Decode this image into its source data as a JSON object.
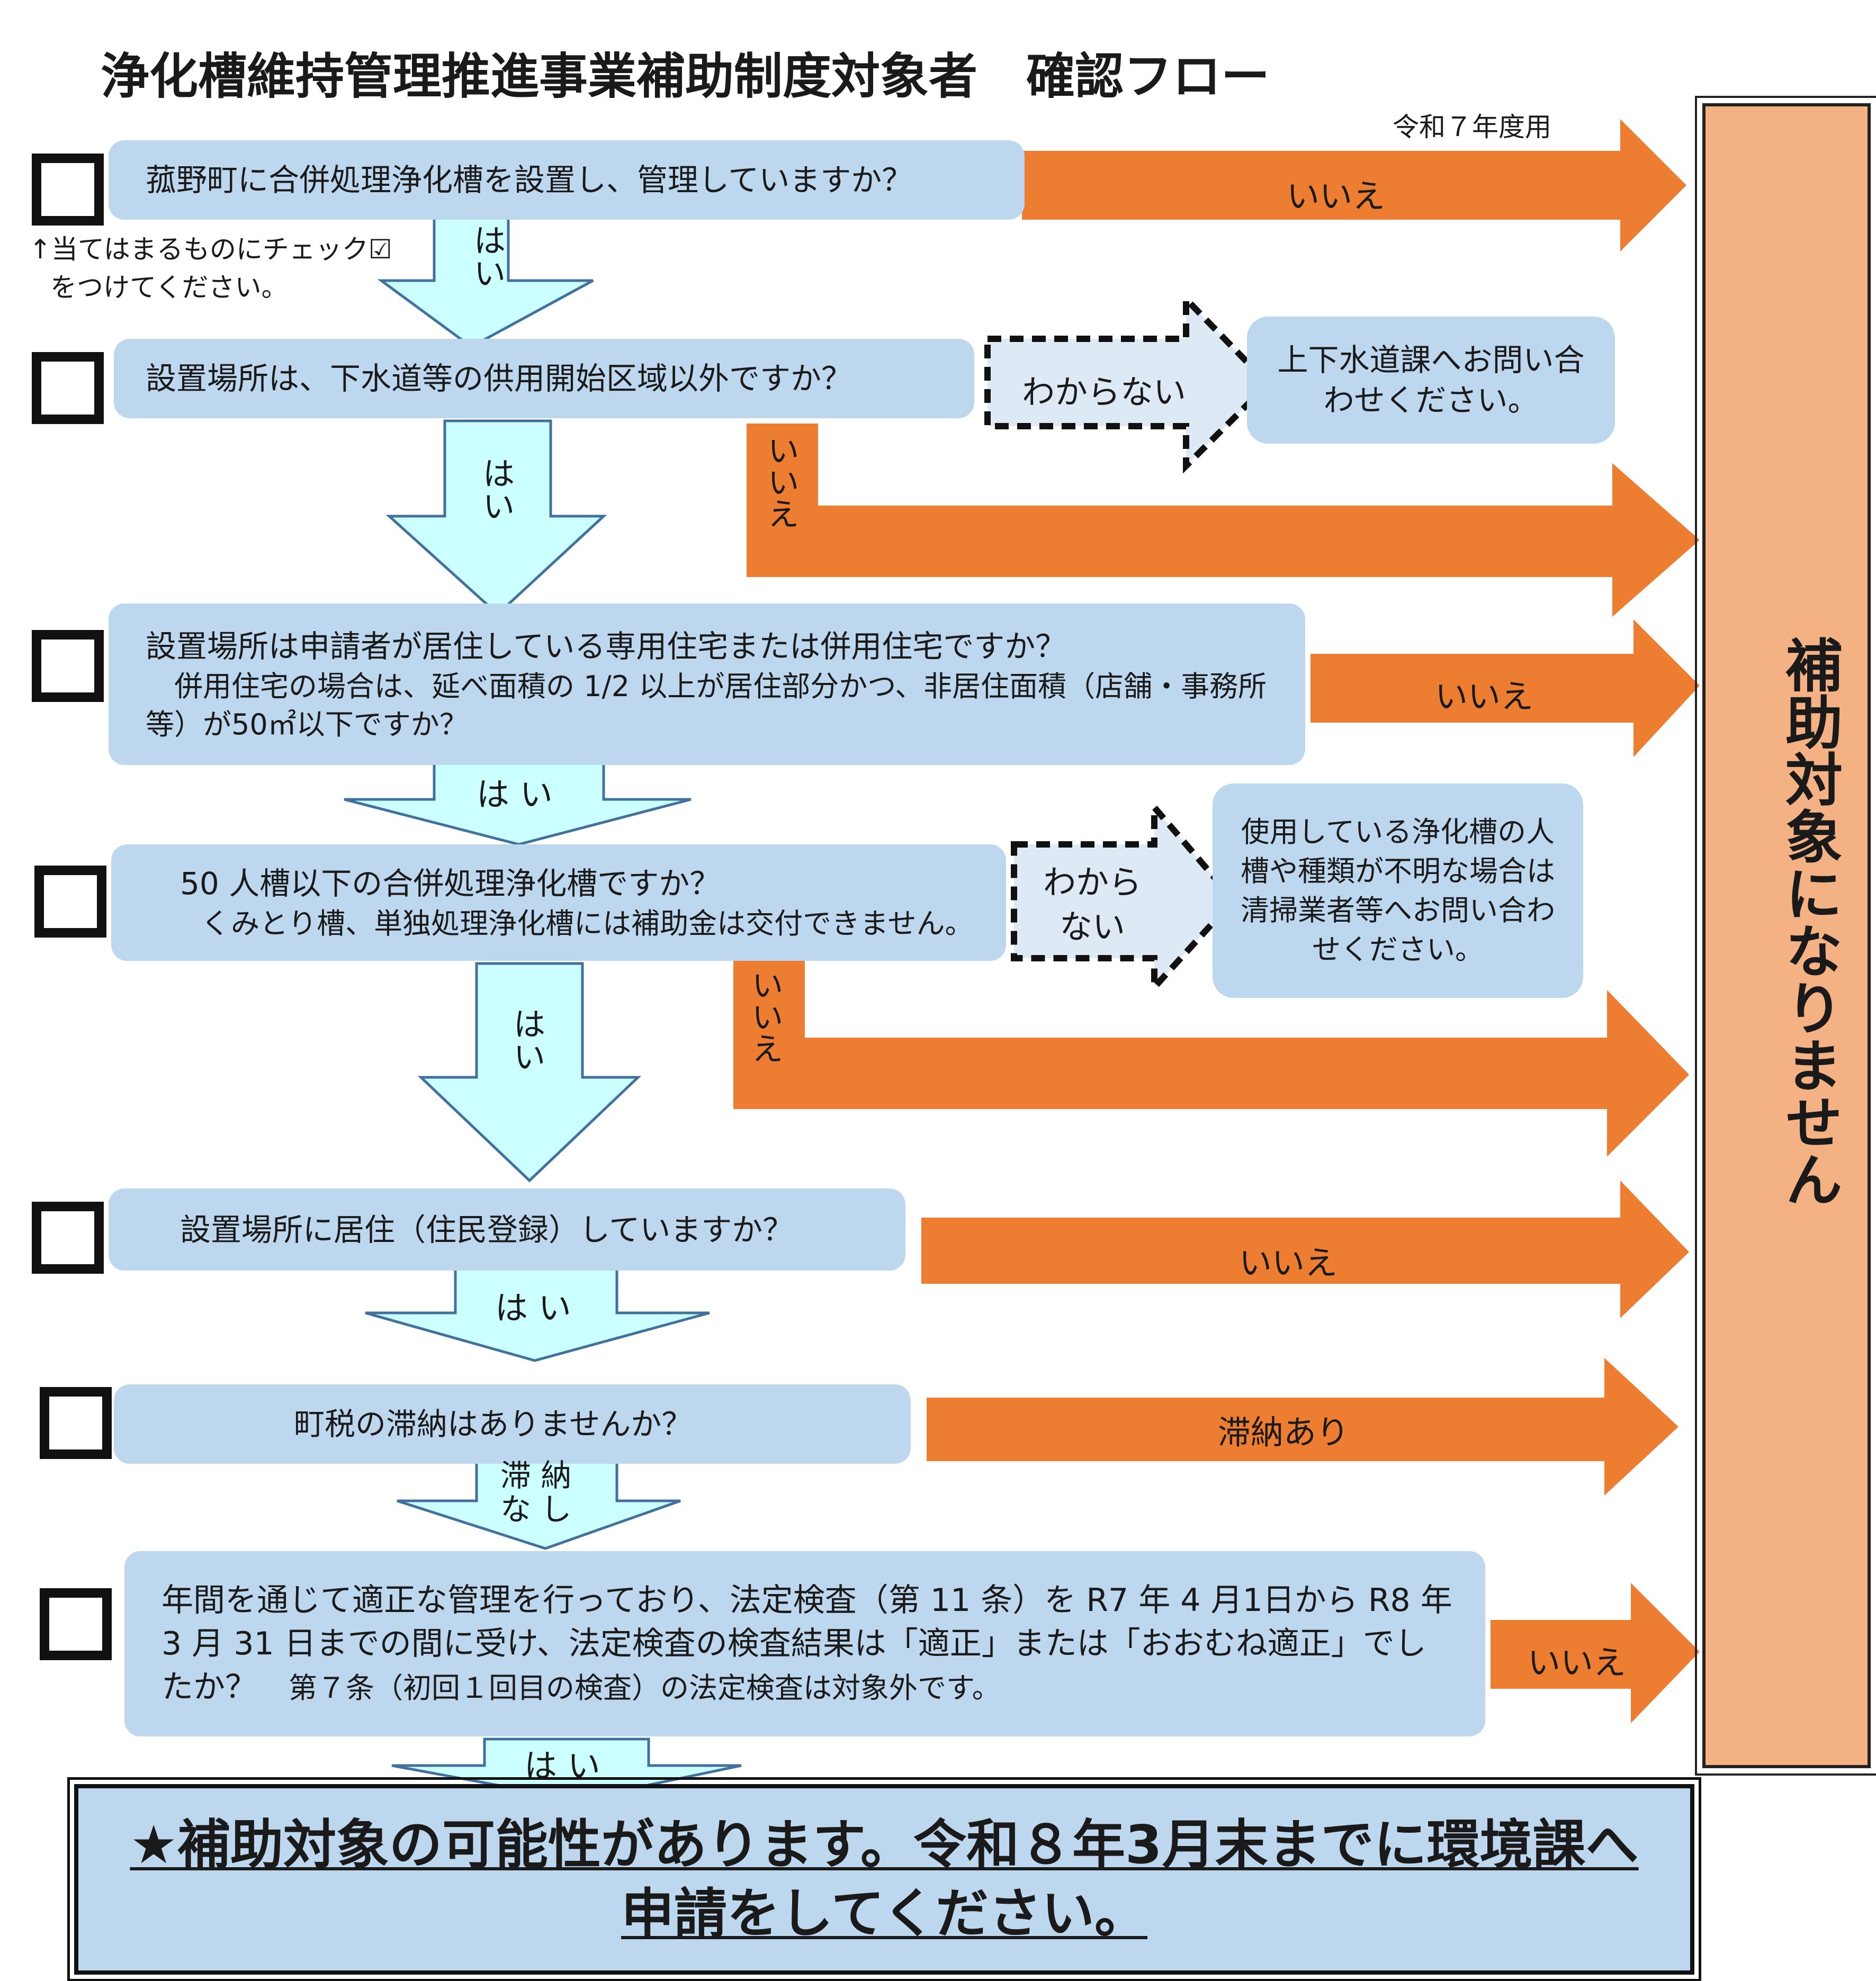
{
  "title": "浄化槽維持管理推進事業補助制度対象者　確認フロー",
  "year_label": "令和７年度用",
  "check_note": [
    "↑当てはまるものにチェック☑",
    "をつけてください。"
  ],
  "questions": [
    {
      "text": "菰野町に合併処理浄化槽を設置し、管理していますか？"
    },
    {
      "text": "設置場所は、下水道等の供用開始区域以外ですか？"
    },
    {
      "text": "設置場所は申請者が居住している専用住宅または併用住宅ですか？",
      "sub": "　併用住宅の場合は、延べ面積の 1/2 以上が居住部分かつ、非居住面積（店舗・事務所等）が50㎡以下ですか？"
    },
    {
      "text": "50 人槽以下の合併処理浄化槽ですか？",
      "sub": "くみとり槽、単独処理浄化槽には補助金は交付できません。"
    },
    {
      "text": "設置場所に居住（住民登録）していますか？"
    },
    {
      "text": "町税の滞納はありませんか？"
    },
    {
      "text": "年間を通じて適正な管理を行っており、法定検査（第 11 条）を R7 年 4 月1日から R8 年 3 月 31 日までの間に受け、法定検査の検査結果は「適正」または「おおむね適正」でしたか？",
      "sub": "第７条（初回１回目の検査）の法定検査は対象外です。"
    }
  ],
  "yes_labels": [
    "は\nい",
    "は\nい",
    "は い",
    "は\nい",
    "は い",
    "滞 納\nな し",
    "は い"
  ],
  "no_label": "いいえ",
  "no_vertical": "いいえ",
  "delinquent_label": "滞納あり",
  "unknown": {
    "label1": "わからない",
    "label2": "わから\nない",
    "contact1": "上下水道課へお問い合わせください。",
    "contact2": "使用している浄化槽の人槽や種類が不明な場合は清掃業者等へお問い合わせください。"
  },
  "not_eligible": "補助対象になりません",
  "final_message": [
    "★補助対象の可能性があります。令和８年3月末までに環境課へ",
    "申請をしてください。"
  ],
  "colors": {
    "question_box": "#bdd7ee",
    "no_arrow": "#ed7d31",
    "yes_arrow": "#ccffff",
    "not_eligible_panel": "#f4b183"
  }
}
